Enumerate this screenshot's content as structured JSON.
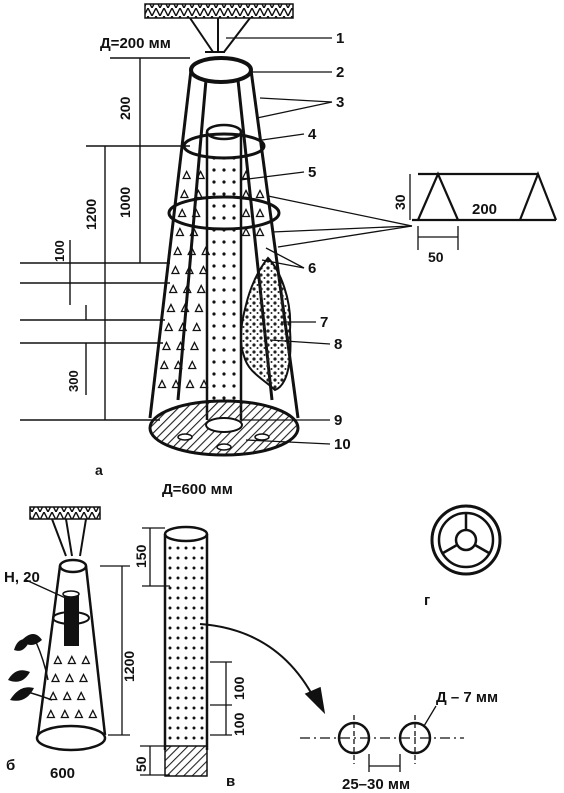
{
  "fig_a": {
    "diameter_top": "Д=200 мм",
    "diameter_bottom": "Д=600 мм",
    "panel_letter": "а",
    "dim_200": "200",
    "dim_1000": "1000",
    "dim_1200": "1200",
    "dim_100": "100",
    "dim_300": "300",
    "callouts": [
      "1",
      "2",
      "3",
      "4",
      "5",
      "6",
      "7",
      "8",
      "9",
      "10"
    ]
  },
  "detail_triangles": {
    "height": "30",
    "spacing": "200",
    "base": "50"
  },
  "fig_b": {
    "panel_letter": "б",
    "label_h": "Н, 20",
    "dim_height": "1200",
    "dim_base": "600"
  },
  "fig_v": {
    "panel_letter": "в",
    "dim_top": "150",
    "dim_spacing_1": "100",
    "dim_spacing_2": "100",
    "dim_bottom": "50",
    "hole_diameter": "Д – 7 мм",
    "hole_pitch": "25–30 мм"
  },
  "fig_g": {
    "panel_letter": "г"
  }
}
